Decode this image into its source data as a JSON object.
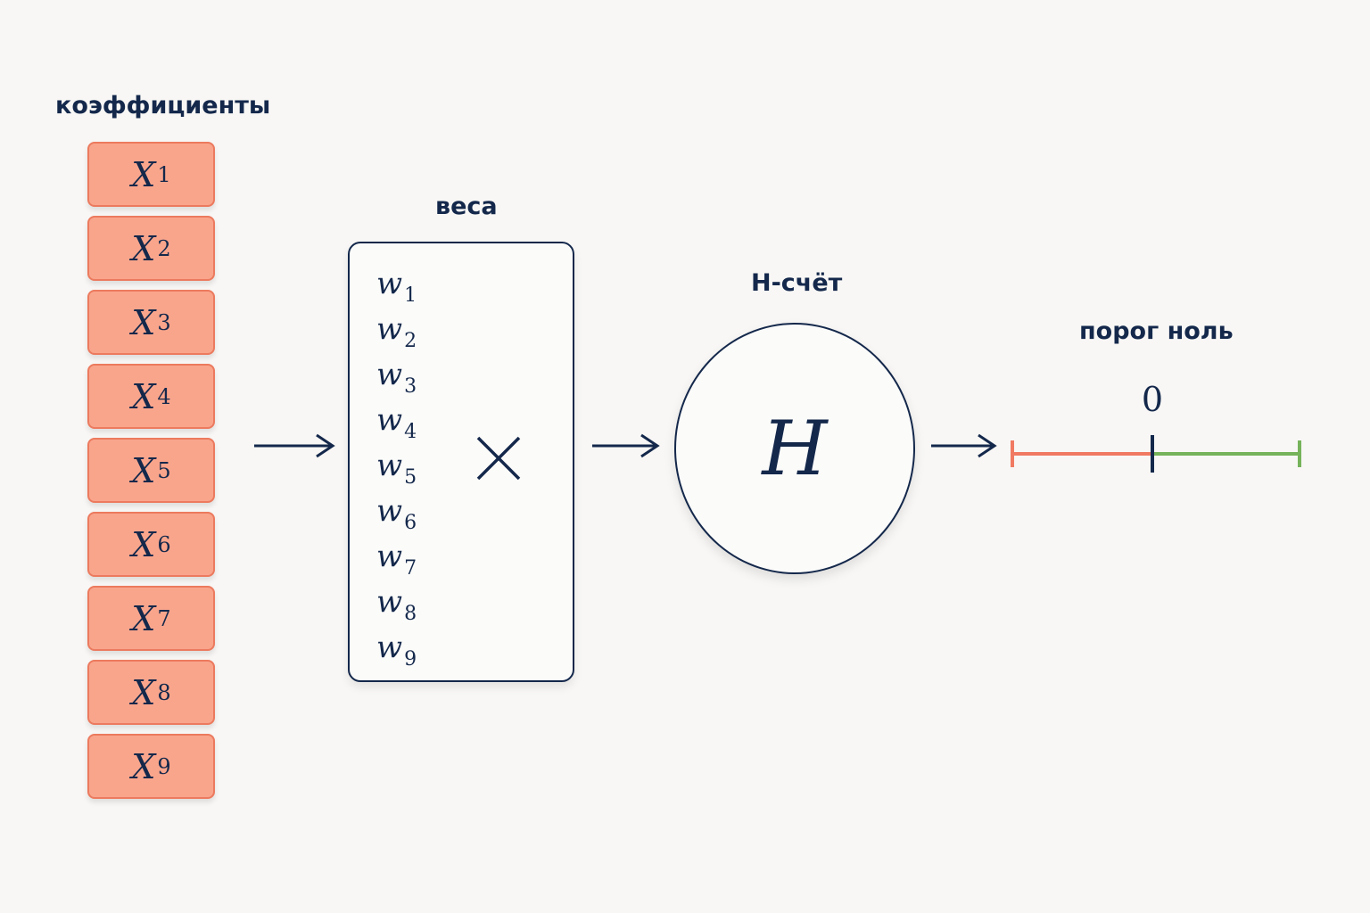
{
  "labels": {
    "coefficients": "коэффициенты",
    "weights": "веса",
    "h_score": "H-счёт",
    "threshold": "порог ноль"
  },
  "coefficients": [
    {
      "base": "X",
      "sub": "1"
    },
    {
      "base": "X",
      "sub": "2"
    },
    {
      "base": "X",
      "sub": "3"
    },
    {
      "base": "X",
      "sub": "4"
    },
    {
      "base": "X",
      "sub": "5"
    },
    {
      "base": "X",
      "sub": "6"
    },
    {
      "base": "X",
      "sub": "7"
    },
    {
      "base": "X",
      "sub": "8"
    },
    {
      "base": "X",
      "sub": "9"
    }
  ],
  "weights": [
    {
      "base": "w",
      "sub": "1"
    },
    {
      "base": "w",
      "sub": "2"
    },
    {
      "base": "w",
      "sub": "3"
    },
    {
      "base": "w",
      "sub": "4"
    },
    {
      "base": "w",
      "sub": "5"
    },
    {
      "base": "w",
      "sub": "6"
    },
    {
      "base": "w",
      "sub": "7"
    },
    {
      "base": "w",
      "sub": "8"
    },
    {
      "base": "w",
      "sub": "9"
    }
  ],
  "h_symbol": "H",
  "threshold_value": "0",
  "colors": {
    "ink": "#14284b",
    "coef_fill": "#f9a58c",
    "coef_border": "#ec7a5e",
    "negative": "#f07a62",
    "positive": "#76b35a"
  }
}
